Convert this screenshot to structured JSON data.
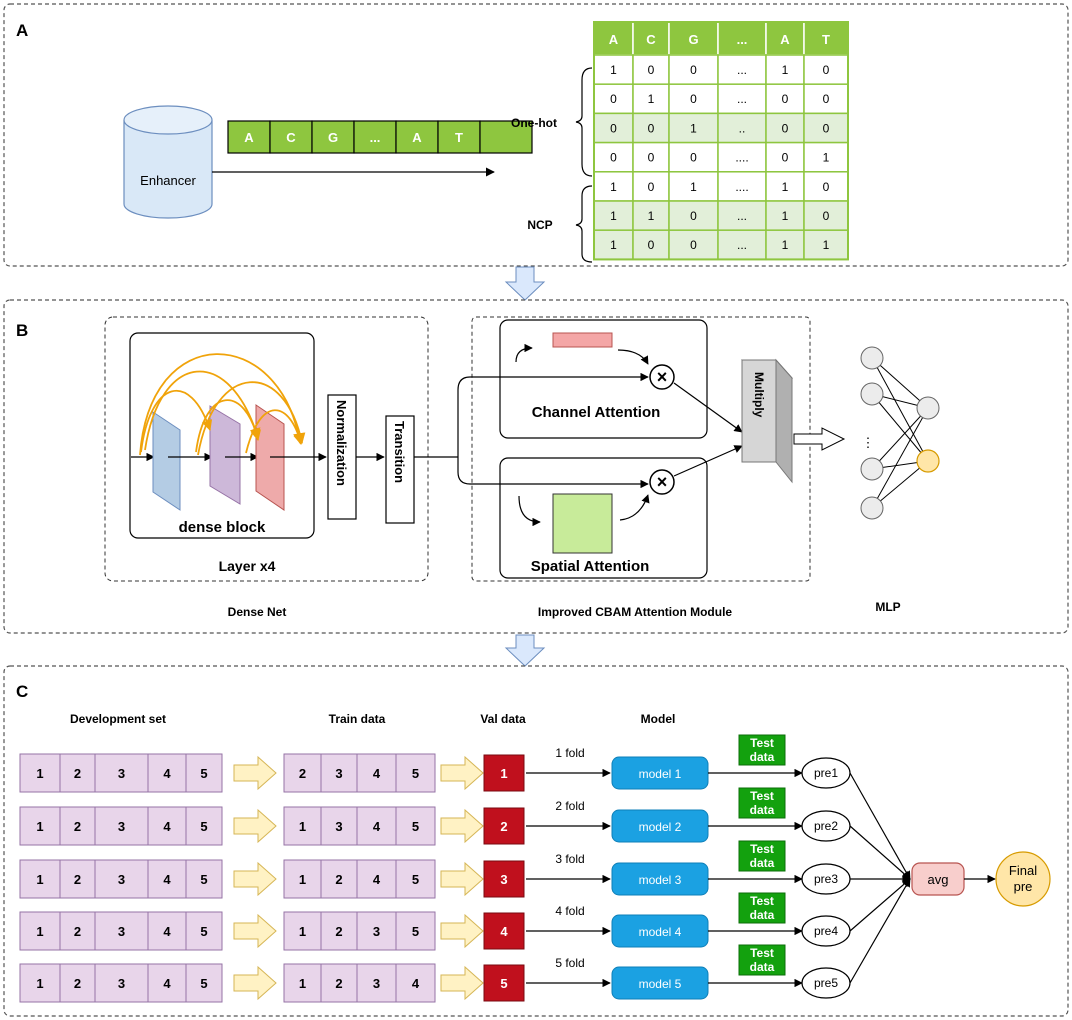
{
  "panel_a": {
    "letter": "A",
    "enhancer_label": "Enhancer",
    "sequence": [
      "A",
      "C",
      "G",
      "...",
      "A",
      "T"
    ],
    "onehot_label": "One-hot",
    "ncp_label": "NCP",
    "matrix_header": [
      "A",
      "C",
      "G",
      "...",
      "A",
      "T"
    ],
    "matrix_rows": [
      [
        "1",
        "0",
        "0",
        "...",
        "1",
        "0"
      ],
      [
        "0",
        "1",
        "0",
        "...",
        "0",
        "0"
      ],
      [
        "0",
        "0",
        "1",
        "..",
        "0",
        "0"
      ],
      [
        "0",
        "0",
        "0",
        "....",
        "0",
        "1"
      ],
      [
        "1",
        "0",
        "1",
        "....",
        "1",
        "0"
      ],
      [
        "1",
        "1",
        "0",
        "...",
        "1",
        "0"
      ],
      [
        "1",
        "0",
        "0",
        "...",
        "1",
        "1"
      ]
    ]
  },
  "panel_b": {
    "letter": "B",
    "dense_block_label": "dense block",
    "normalization_label": "Normalization",
    "transition_label": "Transition",
    "layer_label": "Layer x4",
    "densenet_caption": "Dense Net",
    "channel_attention_label": "Channel Attention",
    "spatial_attention_label": "Spatial Attention",
    "multiply_label": "Multiply",
    "multiply_symbol": "×",
    "cbam_caption": "Improved CBAM Attention Module",
    "mlp_caption": "MLP",
    "mlp_dots": "⋮"
  },
  "panel_c": {
    "letter": "C",
    "development_set_label": "Development set",
    "train_data_label": "Train data",
    "val_data_label": "Val data",
    "model_label": "Model",
    "rows": [
      {
        "dev": [
          "1",
          "2",
          "3",
          "4",
          "5"
        ],
        "train": [
          "2",
          "3",
          "4",
          "5"
        ],
        "val": "1",
        "fold": "1 fold",
        "model": "model 1",
        "test": "Test data",
        "pre": "pre1"
      },
      {
        "dev": [
          "1",
          "2",
          "3",
          "4",
          "5"
        ],
        "train": [
          "1",
          "3",
          "4",
          "5"
        ],
        "val": "2",
        "fold": "2 fold",
        "model": "model 2",
        "test": "Test data",
        "pre": "pre2"
      },
      {
        "dev": [
          "1",
          "2",
          "3",
          "4",
          "5"
        ],
        "train": [
          "1",
          "2",
          "4",
          "5"
        ],
        "val": "3",
        "fold": "3 fold",
        "model": "model 3",
        "test": "Test data",
        "pre": "pre3"
      },
      {
        "dev": [
          "1",
          "2",
          "3",
          "4",
          "5"
        ],
        "train": [
          "1",
          "2",
          "3",
          "5"
        ],
        "val": "4",
        "fold": "4 fold",
        "model": "model 4",
        "test": "Test data",
        "pre": "pre4"
      },
      {
        "dev": [
          "1",
          "2",
          "3",
          "4",
          "5"
        ],
        "train": [
          "1",
          "2",
          "3",
          "4"
        ],
        "val": "5",
        "fold": "5 fold",
        "model": "model 5",
        "test": "Test data",
        "pre": "pre5"
      }
    ],
    "avg_label": "avg",
    "final_label": "Final pre"
  },
  "colors": {
    "sequence_green": "#8ec63f",
    "matrix_header_green": "#8ec63f",
    "matrix_alt_green": "#e2efd9",
    "enhancer_blue": "#d9e8f7",
    "dense_blue": "#b4cce4",
    "dense_purple": "#cdb8d9",
    "dense_red": "#eeaaaa",
    "arc_orange": "#f0a30a",
    "channel_red": "#f4a6a6",
    "spatial_green": "#c8eb9a",
    "fold_purple": "#e8d5ea",
    "val_red": "#c0101d",
    "model_blue": "#1ba1e2",
    "test_green": "#13a10e",
    "avg_pink": "#f8cecc",
    "final_yellow": "#ffe6a8",
    "arrow_yellow": "#fff2c4",
    "hollow_arrow_blue": "#dae8fc"
  }
}
